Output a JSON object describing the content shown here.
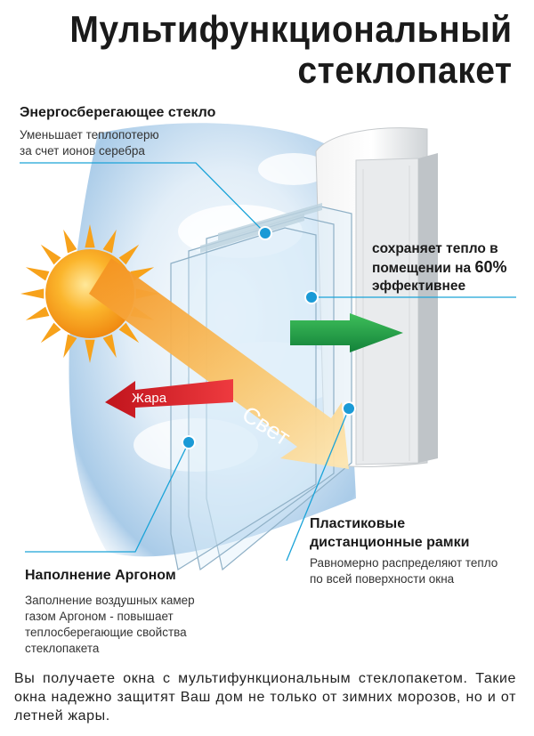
{
  "title": {
    "line1": "Мультифункциональный",
    "line2": "стеклопакет"
  },
  "energy_glass": {
    "title": "Энергосберегающее стекло",
    "desc_line1": "Уменьшает теплопотерю",
    "desc_line2": "за счет ионов серебра"
  },
  "heat_saving": {
    "line1": "сохраняет тепло в",
    "line2_prefix": "помещении на ",
    "line2_value": "60%",
    "line3": "эффективнее"
  },
  "arrows": {
    "heat": "Жара",
    "light": "Свет"
  },
  "spacer_frames": {
    "title_line1": "Пластиковые",
    "title_line2": "дистанционные рамки",
    "desc_line1": "Равномерно распределяют тепло",
    "desc_line2": "по всей поверхности окна"
  },
  "argon": {
    "title": "Наполнение Аргоном",
    "desc_line1": "Заполнение воздушных камер",
    "desc_line2": "газом Аргоном - повышает",
    "desc_line3": "теплосберегающие свойства",
    "desc_line4": "стеклопакета"
  },
  "footer": {
    "text": "Вы получаете окна с мультифункциональным стеклопакетом. Такие окна надежно защитят Ваш дом не только от зимних морозов, но и от летней жары."
  },
  "colors": {
    "callout_line": "#1aa3d8",
    "callout_dot": "#1a9ad6",
    "sun_orange": "#f7a21b",
    "heat_arrow": "#d9252a",
    "green_arrow": "#1f9a3a",
    "light_arrow": "#f39a1e"
  }
}
